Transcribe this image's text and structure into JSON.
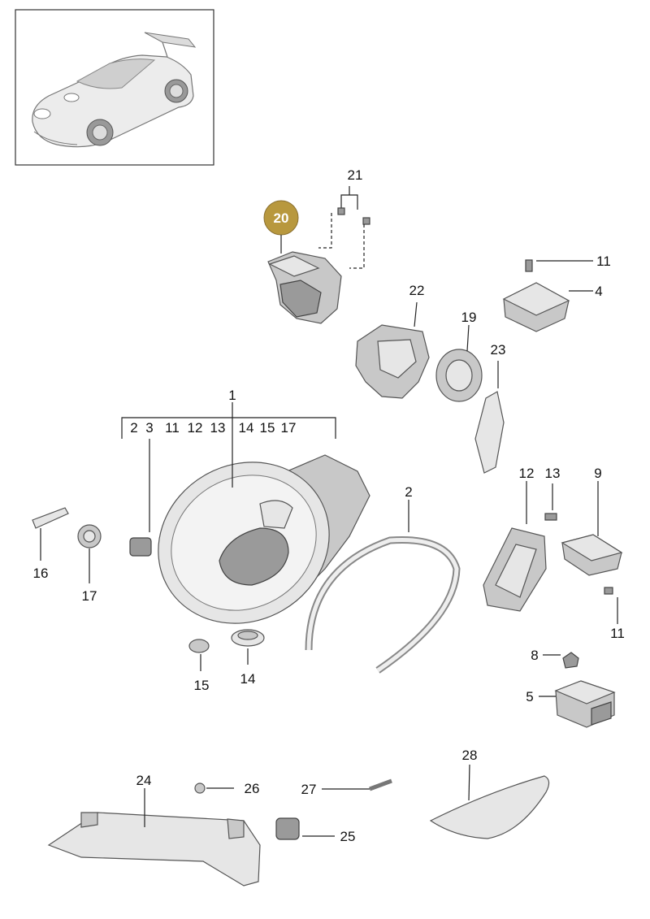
{
  "inset": {
    "icon": "car-icon"
  },
  "highlight": {
    "number": "20",
    "color": "#b8983e"
  },
  "callouts": {
    "c1": "1",
    "c2": "2",
    "c4": "4",
    "c5": "5",
    "c8": "8",
    "c9": "9",
    "c11a": "11",
    "c11b": "11",
    "c12": "12",
    "c13": "13",
    "c14": "14",
    "c15": "15",
    "c16": "16",
    "c17": "17",
    "c19": "19",
    "c21": "21",
    "c22": "22",
    "c23": "23",
    "c24": "24",
    "c25": "25",
    "c26": "26",
    "c27": "27",
    "c28": "28"
  },
  "bracket_1_items": [
    "2",
    "3",
    "11",
    "12",
    "13",
    "14",
    "15",
    "17"
  ]
}
